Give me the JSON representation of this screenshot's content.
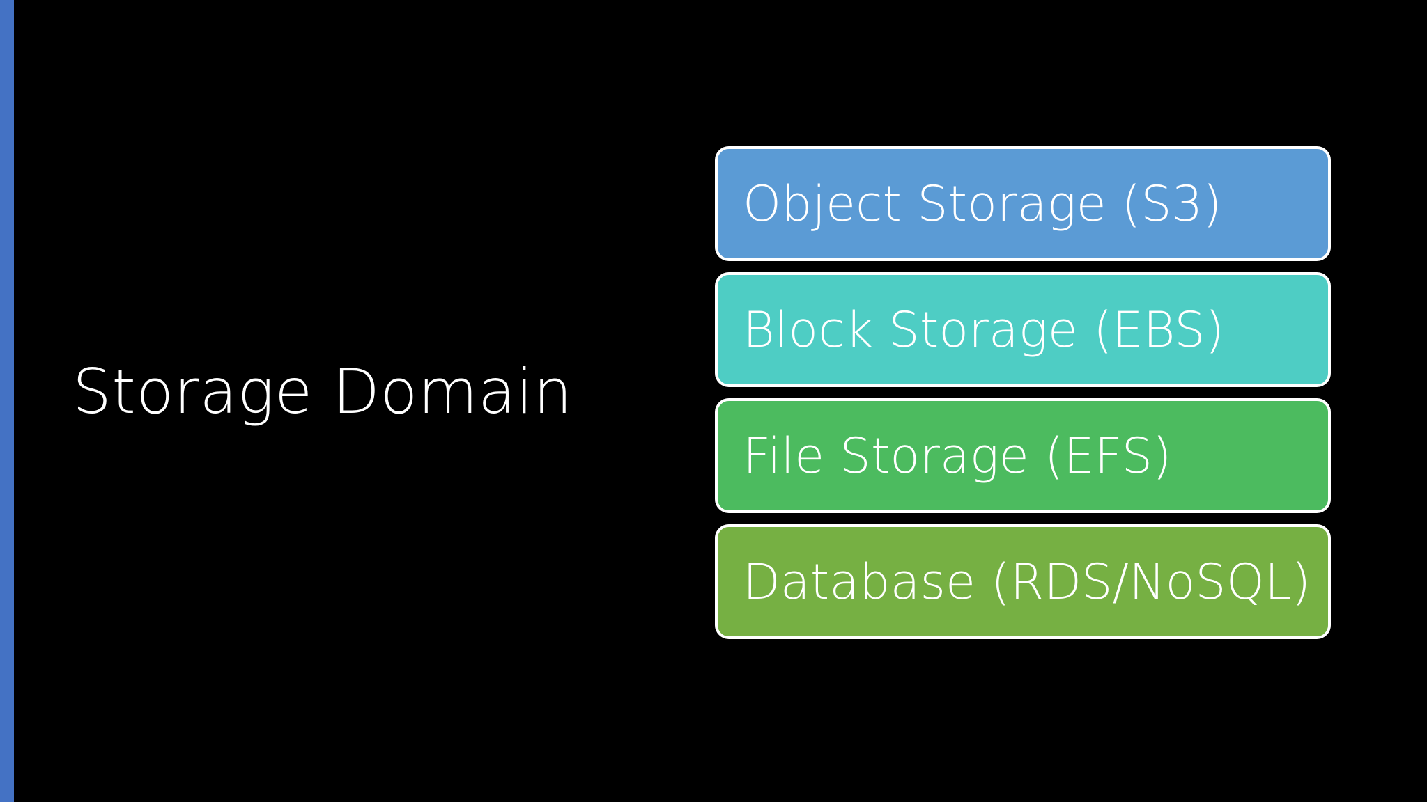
{
  "slide": {
    "background_color": "#000000",
    "accent_bar_color": "#4472C4",
    "title": "Storage Domain",
    "title_color": "#FFFFFF"
  },
  "cards": [
    {
      "label": "Object Storage (S3)",
      "fill": "#5B9BD5",
      "border": "#FFFFFF",
      "text_color": "#FFFFFF"
    },
    {
      "label": "Block Storage (EBS)",
      "fill": "#4ECDC4",
      "border": "#FFFFFF",
      "text_color": "#FFFFFF"
    },
    {
      "label": "File Storage (EFS)",
      "fill": "#4CBB5F",
      "border": "#FFFFFF",
      "text_color": "#FFFFFF"
    },
    {
      "label": "Database (RDS/NoSQL)",
      "fill": "#76B043",
      "border": "#FFFFFF",
      "text_color": "#FFFFFF"
    }
  ]
}
